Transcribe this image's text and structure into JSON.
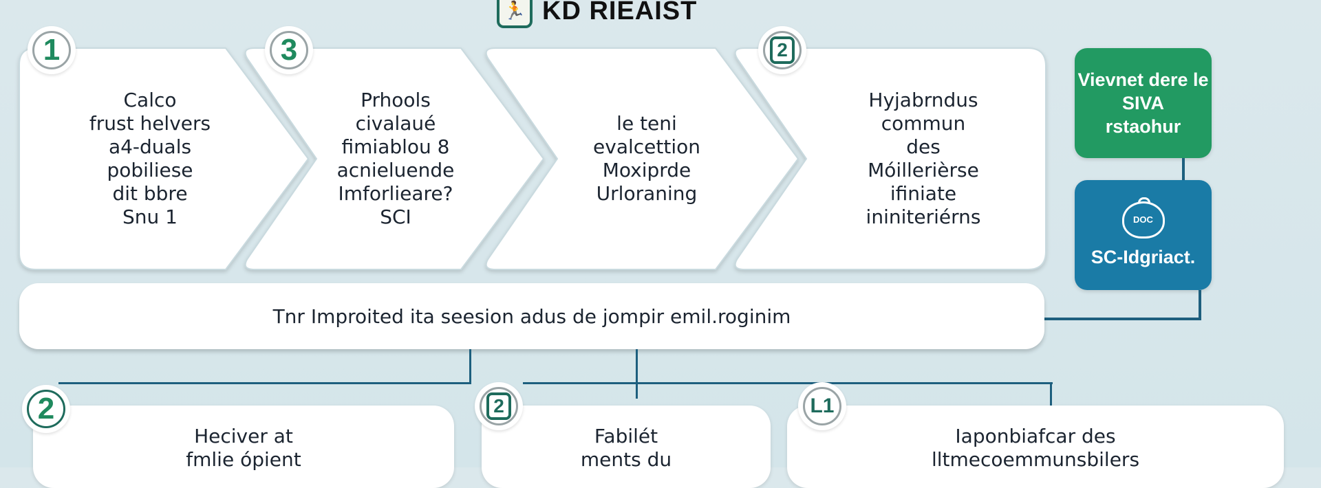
{
  "header": {
    "logo_icon": "running-figure-icon",
    "title": "KD RIEAIST"
  },
  "steps": [
    {
      "badge": "1",
      "lines": [
        "Calco",
        "frust helvers",
        "a4-duals",
        "pobiliese",
        "dit bbre",
        "Snu 1"
      ]
    },
    {
      "badge": "3",
      "lines": [
        "Prhools",
        "civalaué",
        "fimiablou 8",
        "acnieluende",
        "Imforlieare?",
        "SCI"
      ]
    },
    {
      "badge": "",
      "lines": [
        "le teni",
        "evalcettion",
        "Moxiprde",
        "Urloraning"
      ]
    },
    {
      "badge": "2",
      "lines": [
        "Hyjabrndus",
        "commun",
        "des",
        "Móillerièrse",
        "ifiniate",
        "ininiteriérns"
      ]
    }
  ],
  "side_boxes": {
    "green": {
      "lines": [
        "Vievnet dere le",
        "SIVA",
        "rstaohur"
      ],
      "color": "#229a62"
    },
    "blue": {
      "icon": "doc-bag-icon",
      "icon_text": "DOC",
      "label": "SC-Idgriact.",
      "color": "#1a7ba6"
    }
  },
  "banner": {
    "text": "Tnr Improited ita seesion adus de jompir emil.roginim"
  },
  "bottom_cards": [
    {
      "badge": "2",
      "lines": [
        "Heciver at",
        "fmlie ópient"
      ]
    },
    {
      "badge": "2",
      "lines": [
        "Fabilét",
        "ments du"
      ]
    },
    {
      "badge": "L1",
      "lines": [
        "Iaponbiafcar des",
        "lltmecoemmunsbilers"
      ]
    }
  ],
  "colors": {
    "background": "#d7e7eb",
    "accent_green": "#1f8a5e",
    "connector": "#1d5f7e"
  }
}
